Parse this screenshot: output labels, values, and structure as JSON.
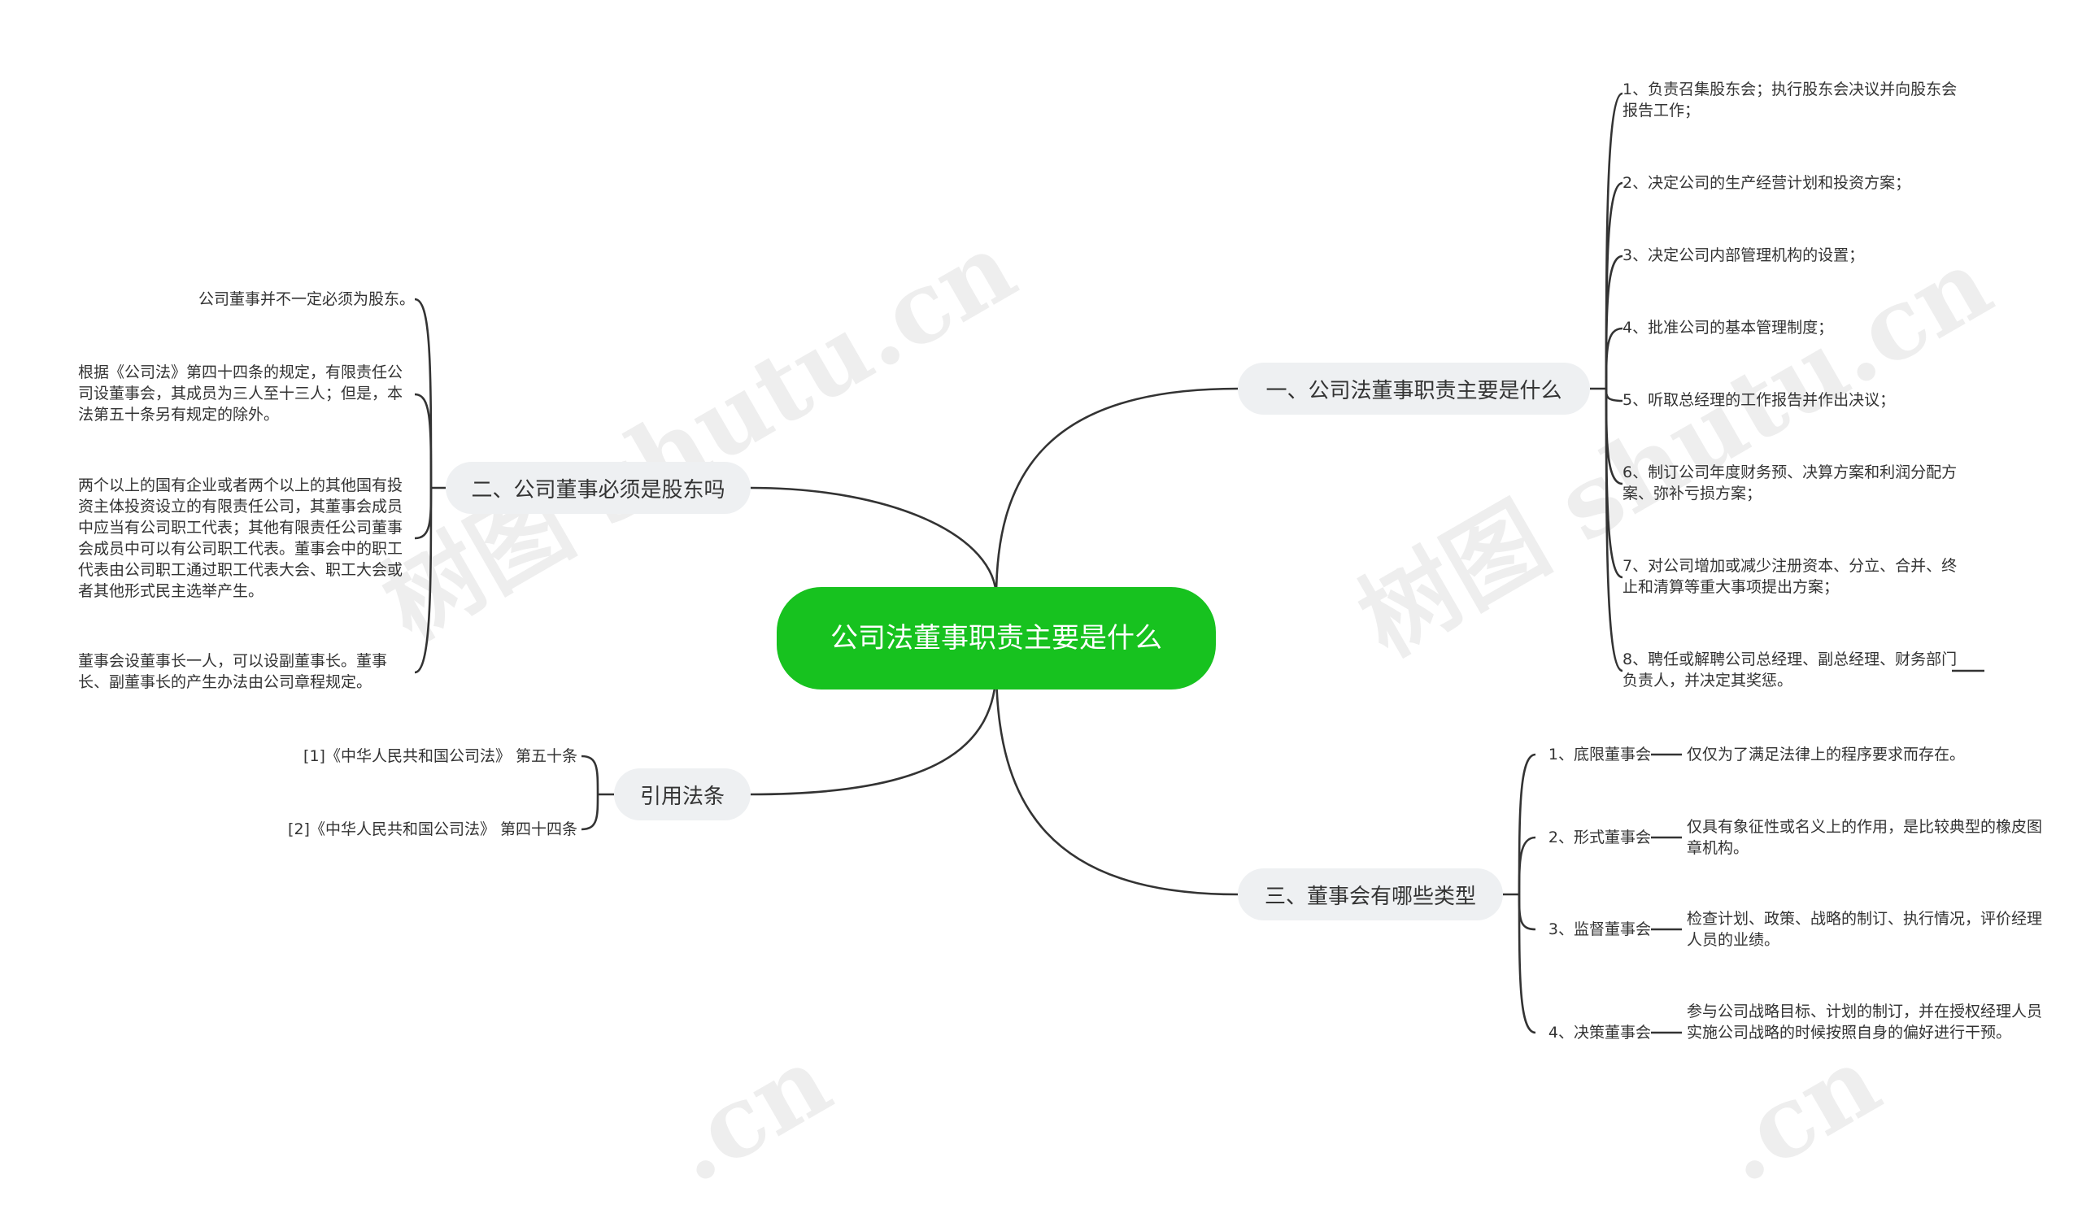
{
  "central": {
    "label": "公司法董事职责主要是什么"
  },
  "watermarks": [
    "树图 shutu.cn",
    "树图 shutu.cn",
    ".cn",
    ".cn"
  ],
  "branches": {
    "b1": {
      "label": "一、公司法董事职责主要是什么",
      "items": [
        "1、负责召集股东会；执行股东会决议并向股东会报告工作；",
        "2、决定公司的生产经营计划和投资方案；",
        "3、决定公司内部管理机构的设置；",
        "4、批准公司的基本管理制度；",
        "5、听取总经理的工作报告并作出决议；",
        "6、制订公司年度财务预、决算方案和利润分配方案、弥补亏损方案；",
        "7、对公司增加或减少注册资本、分立、合并、终止和清算等重大事项提出方案；",
        "8、聘任或解聘公司总经理、副总经理、财务部门负责人，并决定其奖惩。"
      ]
    },
    "b2": {
      "label": "二、公司董事必须是股东吗",
      "items": [
        "公司董事并不一定必须为股东。",
        "根据《公司法》第四十四条的规定，有限责任公司设董事会，其成员为三人至十三人；但是，本法第五十条另有规定的除外。",
        "两个以上的国有企业或者两个以上的其他国有投资主体投资设立的有限责任公司，其董事会成员中应当有公司职工代表；其他有限责任公司董事会成员中可以有公司职工代表。董事会中的职工代表由公司职工通过职工代表大会、职工大会或者其他形式民主选举产生。",
        "董事会设董事长一人，可以设副董事长。董事长、副董事长的产生办法由公司章程规定。"
      ]
    },
    "b3": {
      "label": "三、董事会有哪些类型",
      "items": [
        {
          "name": "1、底限董事会",
          "desc": "仅仅为了满足法律上的程序要求而存在。"
        },
        {
          "name": "2、形式董事会",
          "desc": "仅具有象征性或名义上的作用，是比较典型的橡皮图章机构。"
        },
        {
          "name": "3、监督董事会",
          "desc": "检查计划、政策、战略的制订、执行情况，评价经理人员的业绩。"
        },
        {
          "name": "4、决策董事会",
          "desc": "参与公司战略目标、计划的制订，并在授权经理人员实施公司战略的时候按照自身的偏好进行干预。"
        }
      ]
    },
    "b4": {
      "label": "引用法条",
      "items": [
        "[1]《中华人民共和国公司法》 第五十条",
        "[2]《中华人民共和国公司法》 第四十四条"
      ]
    }
  }
}
